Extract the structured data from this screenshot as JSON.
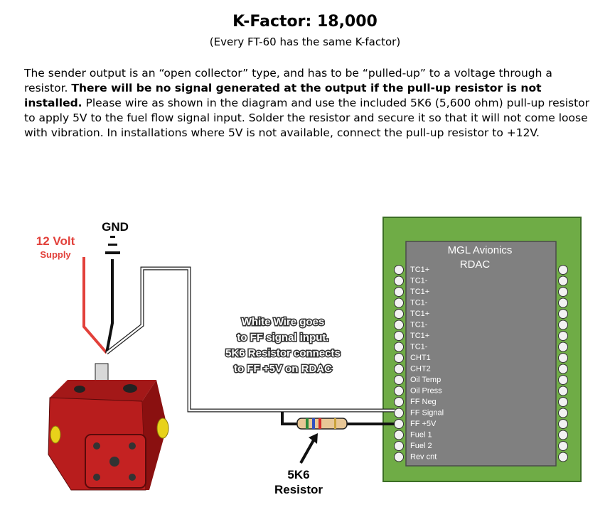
{
  "header": {
    "title": "K-Factor: 18,000",
    "subtitle": "(Every FT-60 has the same K-factor)"
  },
  "paragraph": {
    "part1": "The sender output is an “open collector” type, and has to be “pulled-up” to a voltage through a resistor. ",
    "bold": "There will be no signal generated at the output if the pull-up resistor is not installed.",
    "part2": " Please wire as shown in the diagram and use the included 5K6 (5,600 ohm) pull-up resistor to apply 5V to the fuel flow signal input. Solder the resistor and secure it so that it will not come loose with vibration. In installations where 5V is not available, connect the pull-up resistor to +12V."
  },
  "diagram": {
    "gnd_label": "GND",
    "supply_line1": "12 Volt",
    "supply_line2": "Supply",
    "callout": [
      "White Wire goes",
      "to FF signal input.",
      "5K6 Resistor connects",
      "to FF +5V on RDAC"
    ],
    "resistor_line1": "5K6",
    "resistor_line2": "Resistor",
    "rdac_title1": "MGL Avionics",
    "rdac_title2": "RDAC",
    "pins": [
      "TC1+",
      "TC1-",
      "TC1+",
      "TC1-",
      "TC1+",
      "TC1-",
      "TC1+",
      "TC1-",
      "CHT1",
      "CHT2",
      "Oil Temp",
      "Oil Press",
      "FF Neg",
      "FF Signal",
      "FF +5V",
      "Fuel 1",
      "Fuel 2",
      "Rev cnt"
    ],
    "colors": {
      "red_wire": "#e2403a",
      "board_green": "#6fac46",
      "chip_gray": "#808080",
      "sender_red": "#b81d1d",
      "sender_yellow": "#e8d21a",
      "resistor_tan": "#e8c796"
    }
  }
}
